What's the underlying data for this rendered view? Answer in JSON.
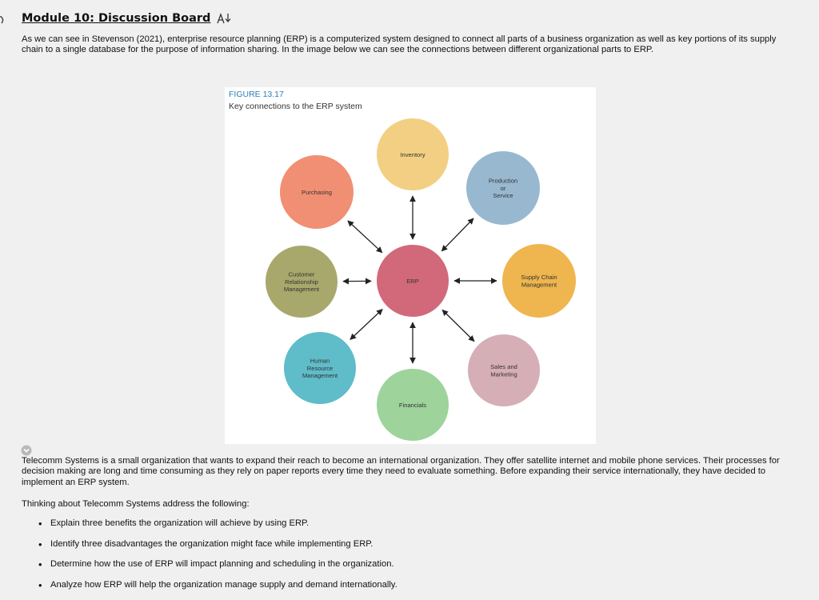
{
  "module_title": "Module 10: Discussion Board",
  "intro_text": "As we can see in Stevenson (2021), enterprise resource planning (ERP) is a computerized system designed to connect all parts of a business organization as well as key portions of its supply chain to a single database for the purpose of information sharing. In the image below we can see the connections between different organizational parts to ERP.",
  "figure": {
    "label": "FIGURE 13.17",
    "caption": "Key connections to the ERP system",
    "center": {
      "lines": [
        "ERP"
      ],
      "color": "#d2697a"
    },
    "nodes": [
      {
        "id": "inventory",
        "lines": [
          "Inventory"
        ],
        "color": "#f2cf82"
      },
      {
        "id": "production",
        "lines": [
          "Production",
          "or",
          "Service"
        ],
        "color": "#98b8cf"
      },
      {
        "id": "supply-chain",
        "lines": [
          "Supply Chain",
          "Management"
        ],
        "color": "#efb54e"
      },
      {
        "id": "sales-marketing",
        "lines": [
          "Sales and",
          "Marketing"
        ],
        "color": "#d6aeb6"
      },
      {
        "id": "financials",
        "lines": [
          "Financials"
        ],
        "color": "#9ed39c"
      },
      {
        "id": "hrm",
        "lines": [
          "Human",
          "Resource",
          "Management"
        ],
        "color": "#5fbcc9"
      },
      {
        "id": "crm",
        "lines": [
          "Customer",
          "Relationship",
          "Management"
        ],
        "color": "#a9a86c"
      },
      {
        "id": "purchasing",
        "lines": [
          "Purchasing"
        ],
        "color": "#f08f73"
      }
    ]
  },
  "case_text": "Telecomm Systems is a small organization that wants to expand their reach to become an international organization. They offer satellite internet and mobile phone services. Their processes for decision making are long and time consuming as they rely on paper reports every time they need to evaluate something. Before expanding their service internationally, they have decided to implement an ERP system.",
  "prompt_text": "Thinking about Telecomm Systems address the following:",
  "tasks": [
    "Explain three benefits the organization will achieve by using ERP.",
    "Identify three disadvantages the organization might face while implementing ERP.",
    "Determine how the use of ERP will impact planning and scheduling in the organization.",
    "Analyze how ERP will help the organization manage supply and demand internationally."
  ]
}
